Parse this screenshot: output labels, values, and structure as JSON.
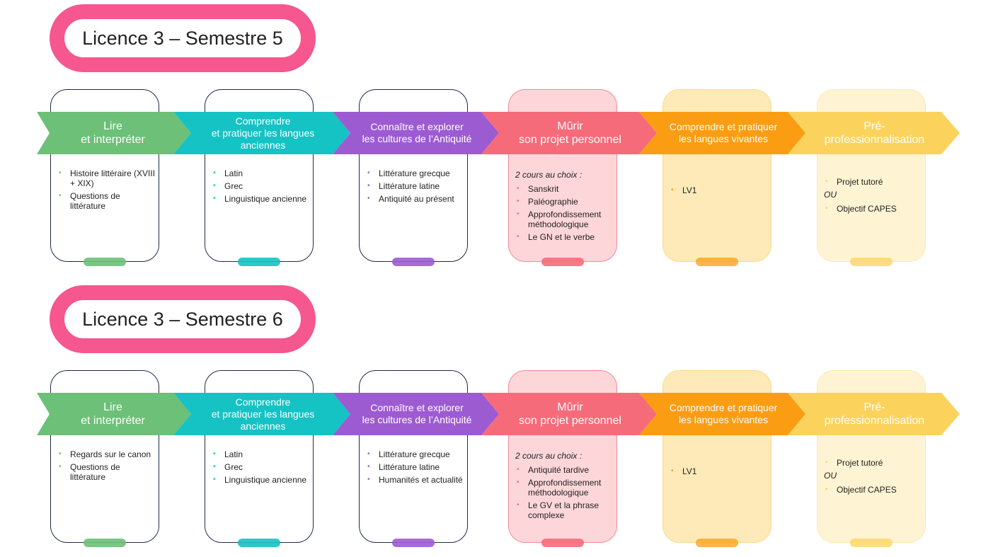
{
  "colors": {
    "pill_border": "#f5578e",
    "green": "#6cc077",
    "teal": "#15c2c4",
    "purple": "#9d5bd2",
    "pink": "#f66b7a",
    "orange": "#fb9d12",
    "yellow": "#fbd35c"
  },
  "semesters": [
    {
      "title": "Licence 3 – Semestre 5",
      "steps": [
        {
          "label_line1": "Lire",
          "label_line2": "et interpréter",
          "label_line3": "",
          "items": [
            "Histoire littéraire (XVIII + XIX)",
            "Questions de littérature"
          ]
        },
        {
          "label_line1": "Comprendre",
          "label_line2": "et pratiquer les langues",
          "label_line3": "anciennes",
          "items": [
            "Latin",
            "Grec",
            "Linguistique ancienne"
          ]
        },
        {
          "label_line1": "Connaître et explorer",
          "label_line2": "les cultures de l’Antiquité",
          "label_line3": "",
          "items": [
            "Littérature grecque",
            "Littérature latine",
            "Antiquité au présent"
          ]
        },
        {
          "label_line1": "Mûrir",
          "label_line2": "son projet personnel",
          "label_line3": "",
          "note": "2 cours au choix :",
          "items": [
            "Sanskrit",
            "Paléographie",
            "Approfondissement méthodologique",
            "Le GN et le verbe"
          ]
        },
        {
          "label_line1": "Comprendre et pratiquer",
          "label_line2": "les langues vivantes",
          "label_line3": "",
          "items": [
            "LV1"
          ]
        },
        {
          "label_line1": "Pré-",
          "label_line2": "professionnalisation",
          "label_line3": "",
          "item_a": "Projet tutoré",
          "or_text": "OU",
          "item_b": "Objectif CAPES"
        }
      ]
    },
    {
      "title": "Licence 3 – Semestre 6",
      "steps": [
        {
          "label_line1": "Lire",
          "label_line2": "et interpréter",
          "label_line3": "",
          "items": [
            "Regards sur le canon",
            "Questions de littérature"
          ]
        },
        {
          "label_line1": "Comprendre",
          "label_line2": "et pratiquer les langues",
          "label_line3": "anciennes",
          "items": [
            "Latin",
            "Grec",
            "Linguistique ancienne"
          ]
        },
        {
          "label_line1": "Connaître et explorer",
          "label_line2": "les cultures de l’Antiquité",
          "label_line3": "",
          "items": [
            "Littérature grecque",
            "Littérature latine",
            "Humanités et actualité"
          ]
        },
        {
          "label_line1": "Mûrir",
          "label_line2": "son projet personnel",
          "label_line3": "",
          "note": "2 cours au choix :",
          "items": [
            "Antiquité tardive",
            "Approfondissement méthodologique",
            "Le GV et la phrase complexe"
          ]
        },
        {
          "label_line1": "Comprendre et pratiquer",
          "label_line2": "les langues vivantes",
          "label_line3": "",
          "items": [
            "LV1"
          ]
        },
        {
          "label_line1": "Pré-",
          "label_line2": "professionnalisation",
          "label_line3": "",
          "item_a": "Projet tutoré",
          "or_text": "OU",
          "item_b": "Objectif CAPES"
        }
      ]
    }
  ]
}
